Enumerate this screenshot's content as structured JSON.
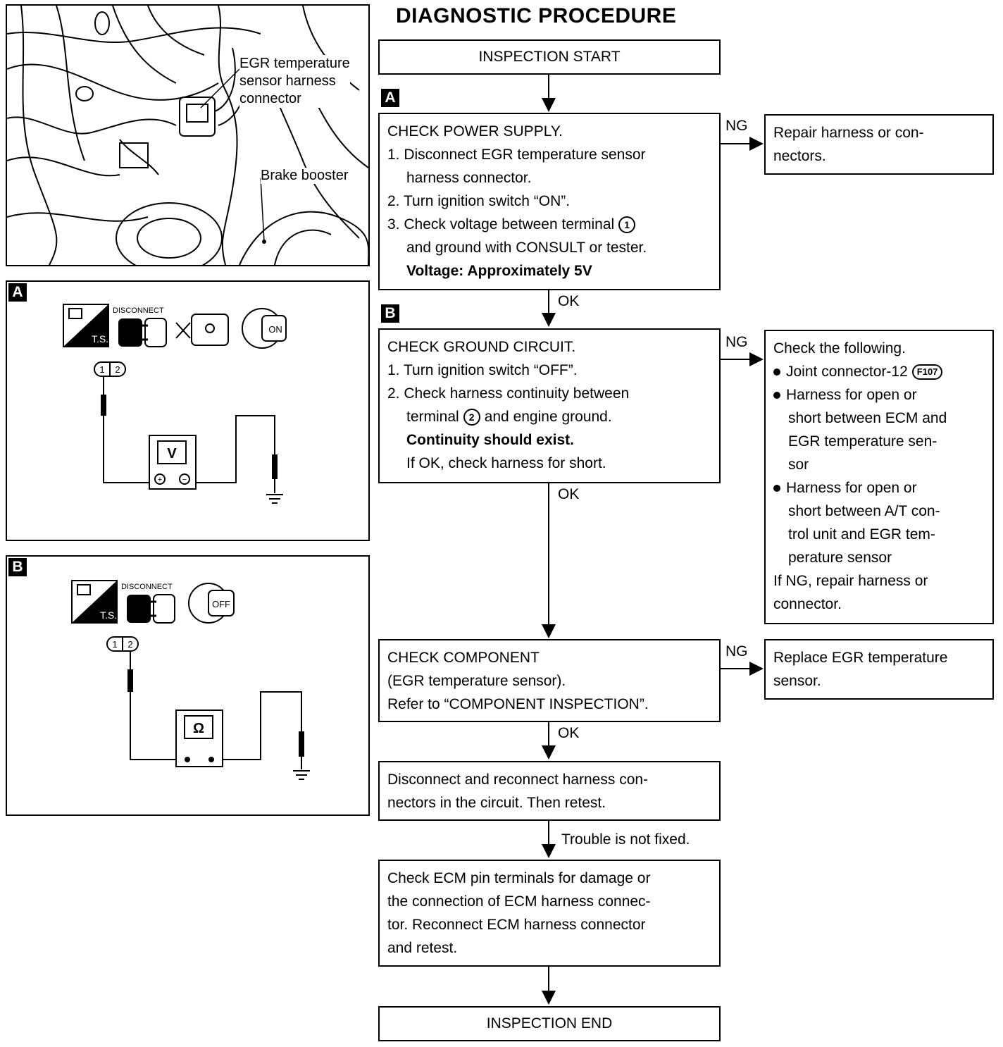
{
  "title": "DIAGNOSTIC PROCEDURE",
  "photo": {
    "callout_egr": [
      "EGR temperature",
      "sensor harness",
      "connector"
    ],
    "callout_brake": "Brake booster"
  },
  "panel_a": {
    "tag": "A",
    "icon_ts": "T.S.",
    "icon_disconnect": "DISCONNECT",
    "icon_key": "ON",
    "connector_pins": "1 2",
    "meter": "V",
    "meter_plus": "+",
    "meter_minus": "−"
  },
  "panel_b": {
    "tag": "B",
    "icon_ts": "T.S.",
    "icon_disconnect": "DISCONNECT",
    "icon_key": "OFF",
    "connector_pins": "1 2",
    "meter": "Ω"
  },
  "flow": {
    "start": "INSPECTION START",
    "tag_a": "A",
    "tag_b": "B",
    "step1": {
      "title": "CHECK POWER SUPPLY.",
      "l1": "1. Disconnect EGR temperature sensor",
      "l1b": "harness connector.",
      "l2": "2. Turn ignition switch “ON”.",
      "l3a": "3. Check voltage between terminal",
      "l3_term": "1",
      "l3b": "and ground with CONSULT or tester.",
      "spec": "Voltage: Approximately 5V"
    },
    "step1_ng": "NG",
    "step1_ng_text": "Repair harness or con- nectors.",
    "step1_ok": "OK",
    "step2": {
      "title": "CHECK GROUND CIRCUIT.",
      "l1": "1. Turn ignition switch “OFF”.",
      "l2a": "2. Check harness continuity between",
      "l2b_pre": "terminal",
      "l2_term": "2",
      "l2b_post": "and engine ground.",
      "spec": "Continuity should exist.",
      "note": "If OK, check harness for short."
    },
    "step2_ng": "NG",
    "step2_ng_box": {
      "head": "Check the following.",
      "b1": "Joint connector-12",
      "b1_code": "F107",
      "b2": [
        "Harness for open or",
        "short between ECM and",
        "EGR temperature sen-",
        "sor"
      ],
      "b3": [
        "Harness for open or",
        "short between A/T con-",
        "trol unit and EGR tem-",
        "perature sensor"
      ],
      "tail": [
        "If NG, repair harness or",
        "connector."
      ]
    },
    "step2_ok": "OK",
    "step3": {
      "l1": "CHECK COMPONENT",
      "l2": "(EGR temperature sensor).",
      "l3": "Refer to “COMPONENT INSPECTION”."
    },
    "step3_ng": "NG",
    "step3_ng_text": [
      "Replace EGR temperature",
      "sensor."
    ],
    "step3_ok": "OK",
    "step4": [
      "Disconnect and reconnect harness con-",
      "nectors in the circuit. Then retest."
    ],
    "step4_label": "Trouble is not fixed.",
    "step5": [
      "Check ECM pin terminals for damage or",
      "the connection of ECM harness connec-",
      "tor. Reconnect ECM harness connector",
      "and retest."
    ],
    "end": "INSPECTION END"
  }
}
